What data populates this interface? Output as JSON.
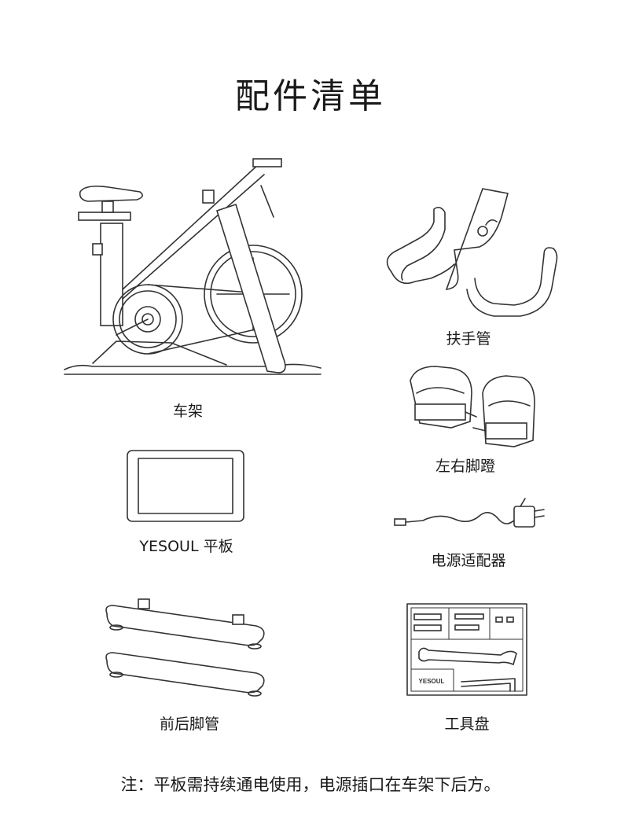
{
  "title": "配件清单",
  "items": {
    "frame": "车架",
    "handlebar": "扶手管",
    "pedals": "左右脚蹬",
    "tablet": "YESOUL 平板",
    "adapter": "电源适配器",
    "feet": "前后脚管",
    "toolkit": "工具盘"
  },
  "toolkit_logo": "YESOUL",
  "note": "注：平板需持续通电使用，电源插口在车架下后方。"
}
